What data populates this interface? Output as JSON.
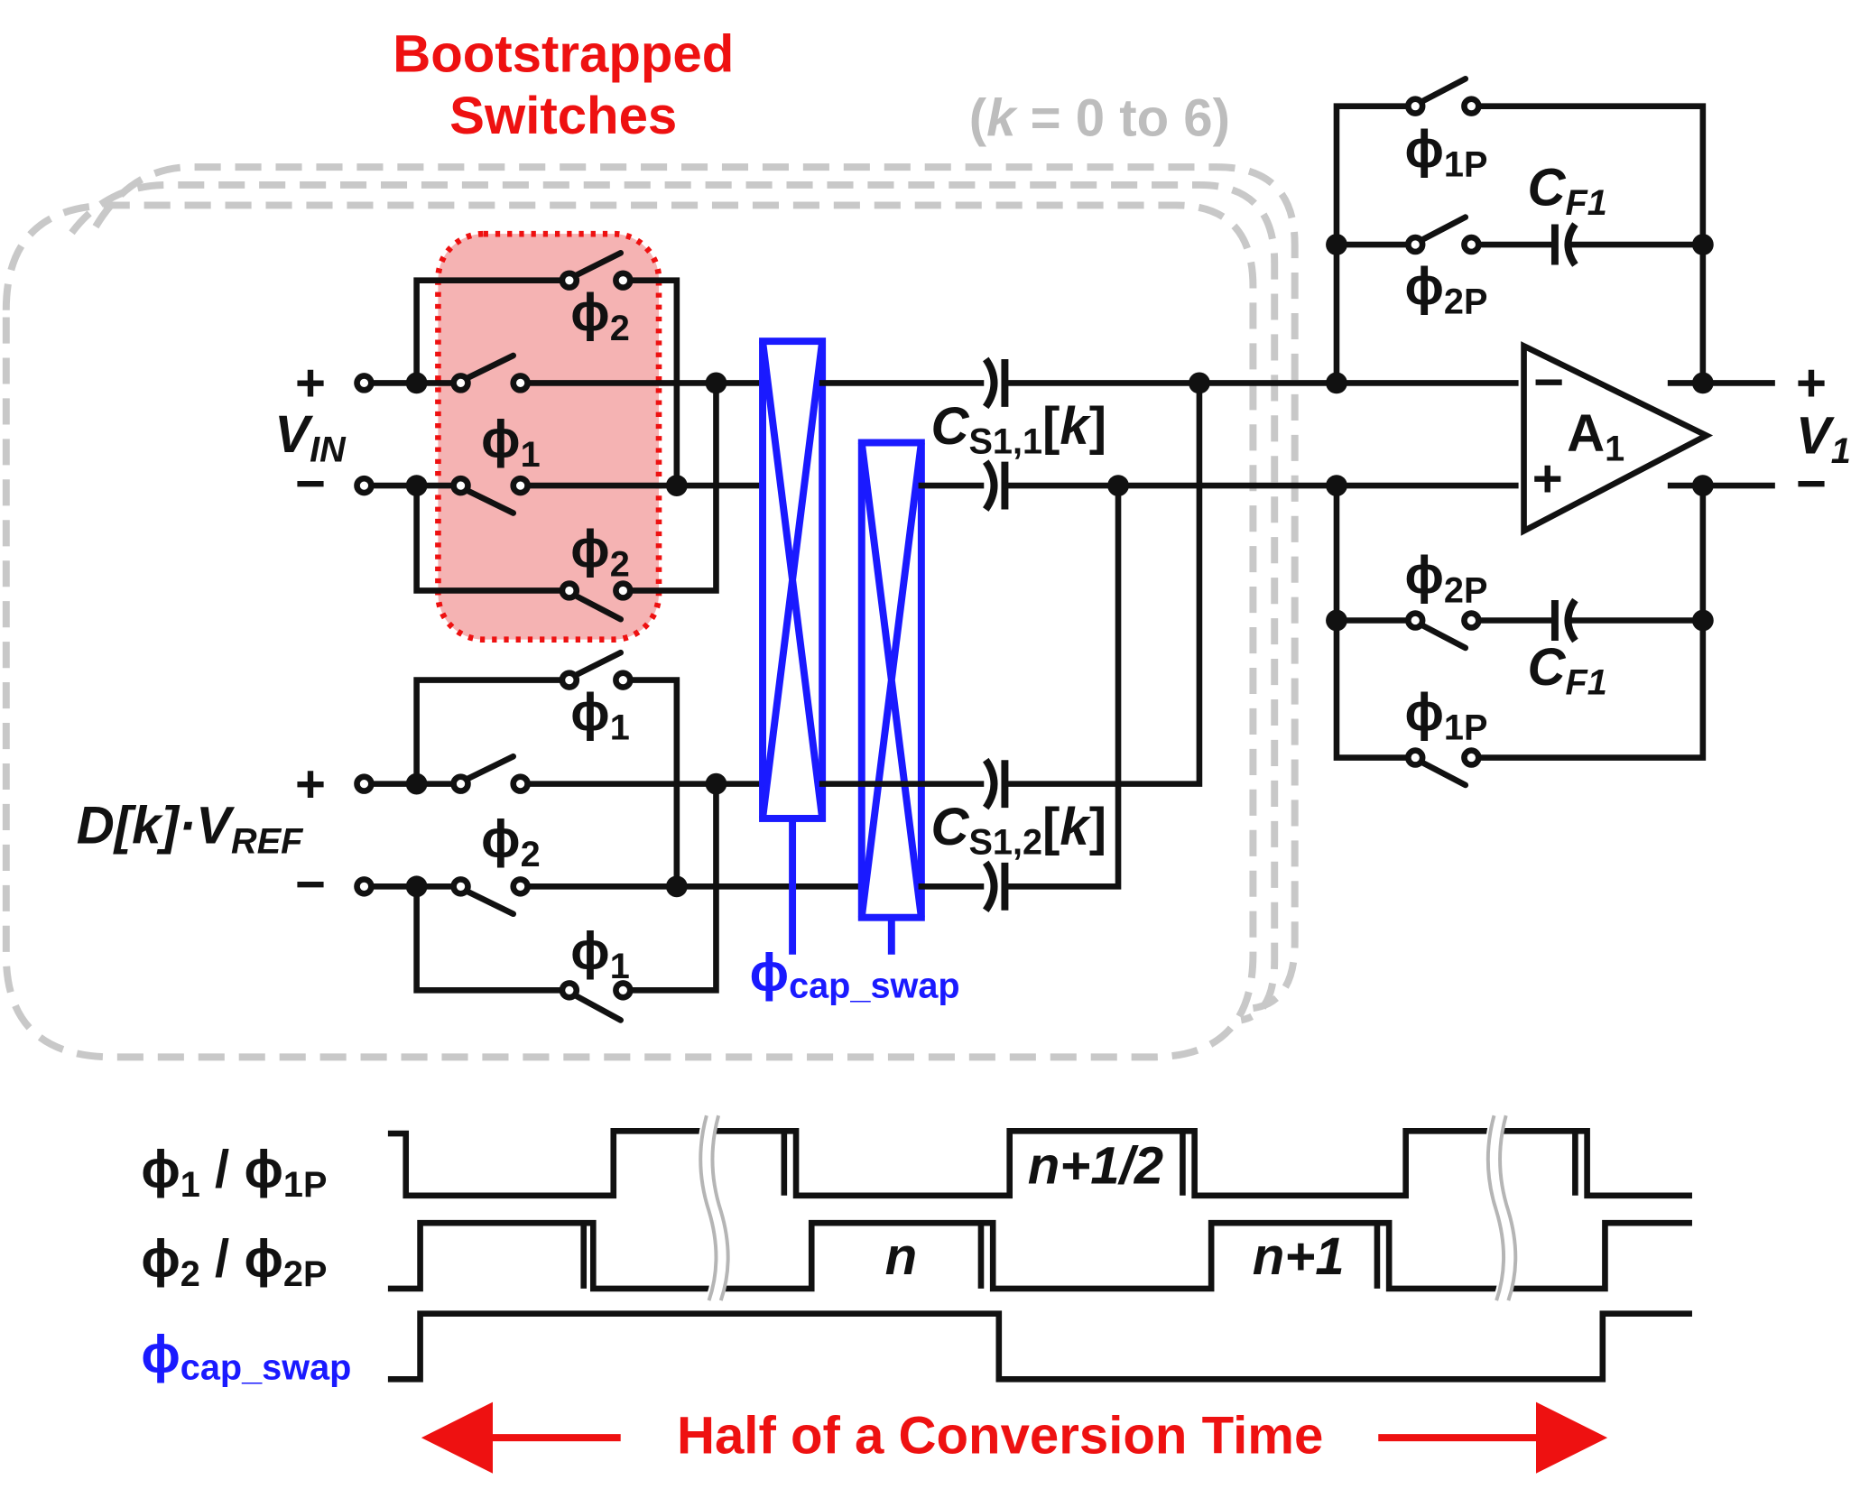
{
  "bootstrap_label_line1": "Bootstrapped",
  "bootstrap_label_line2": "Switches",
  "k_range": {
    "paren_open": "(",
    "k": "k",
    "rest": " = 0 to 6)"
  },
  "vin": {
    "plus": "+",
    "minus": "−",
    "main": "V",
    "sub": "IN"
  },
  "dref": {
    "plus": "+",
    "minus": "−",
    "pre": "D[",
    "k": "k",
    "mid": "]·V",
    "sub": "REF"
  },
  "phi": "ϕ",
  "sub_1": "1",
  "sub_2": "2",
  "sub_1p": "1P",
  "sub_2p": "2P",
  "cs1": {
    "C": "C",
    "sub": "S1,1",
    "rest": "[",
    "k": "k",
    "end": "]"
  },
  "cs2": {
    "C": "C",
    "sub": "S1,2",
    "rest": "[",
    "k": "k",
    "end": "]"
  },
  "cf": {
    "C": "C",
    "sub": "F1"
  },
  "amp": {
    "main": "A",
    "sub": "1",
    "minus": "−",
    "plus": "+"
  },
  "vout": {
    "plus": "+",
    "minus": "−",
    "main": "V",
    "sub": "1"
  },
  "cap_swap": {
    "phi": "ϕ",
    "sub": "cap_swap"
  },
  "timing": {
    "row1": {
      "a": "ϕ",
      "a_sub": "1",
      "slash": " / ",
      "b": "ϕ",
      "b_sub": "1P"
    },
    "row2": {
      "a": "ϕ",
      "a_sub": "2",
      "slash": " / ",
      "b": "ϕ",
      "b_sub": "2P"
    },
    "row3": {
      "a": "ϕ",
      "a_sub": "cap_swap"
    },
    "pulse_n": "n",
    "pulse_n_half": "n+1/2",
    "pulse_n1": "n+1",
    "arrow_text": "Half of a Conversion Time"
  },
  "colors": {
    "red": "#ee1111",
    "blue": "#1a1aff",
    "gray": "#c8c8c8",
    "bootstrap_fill": "#f5b3b3"
  }
}
